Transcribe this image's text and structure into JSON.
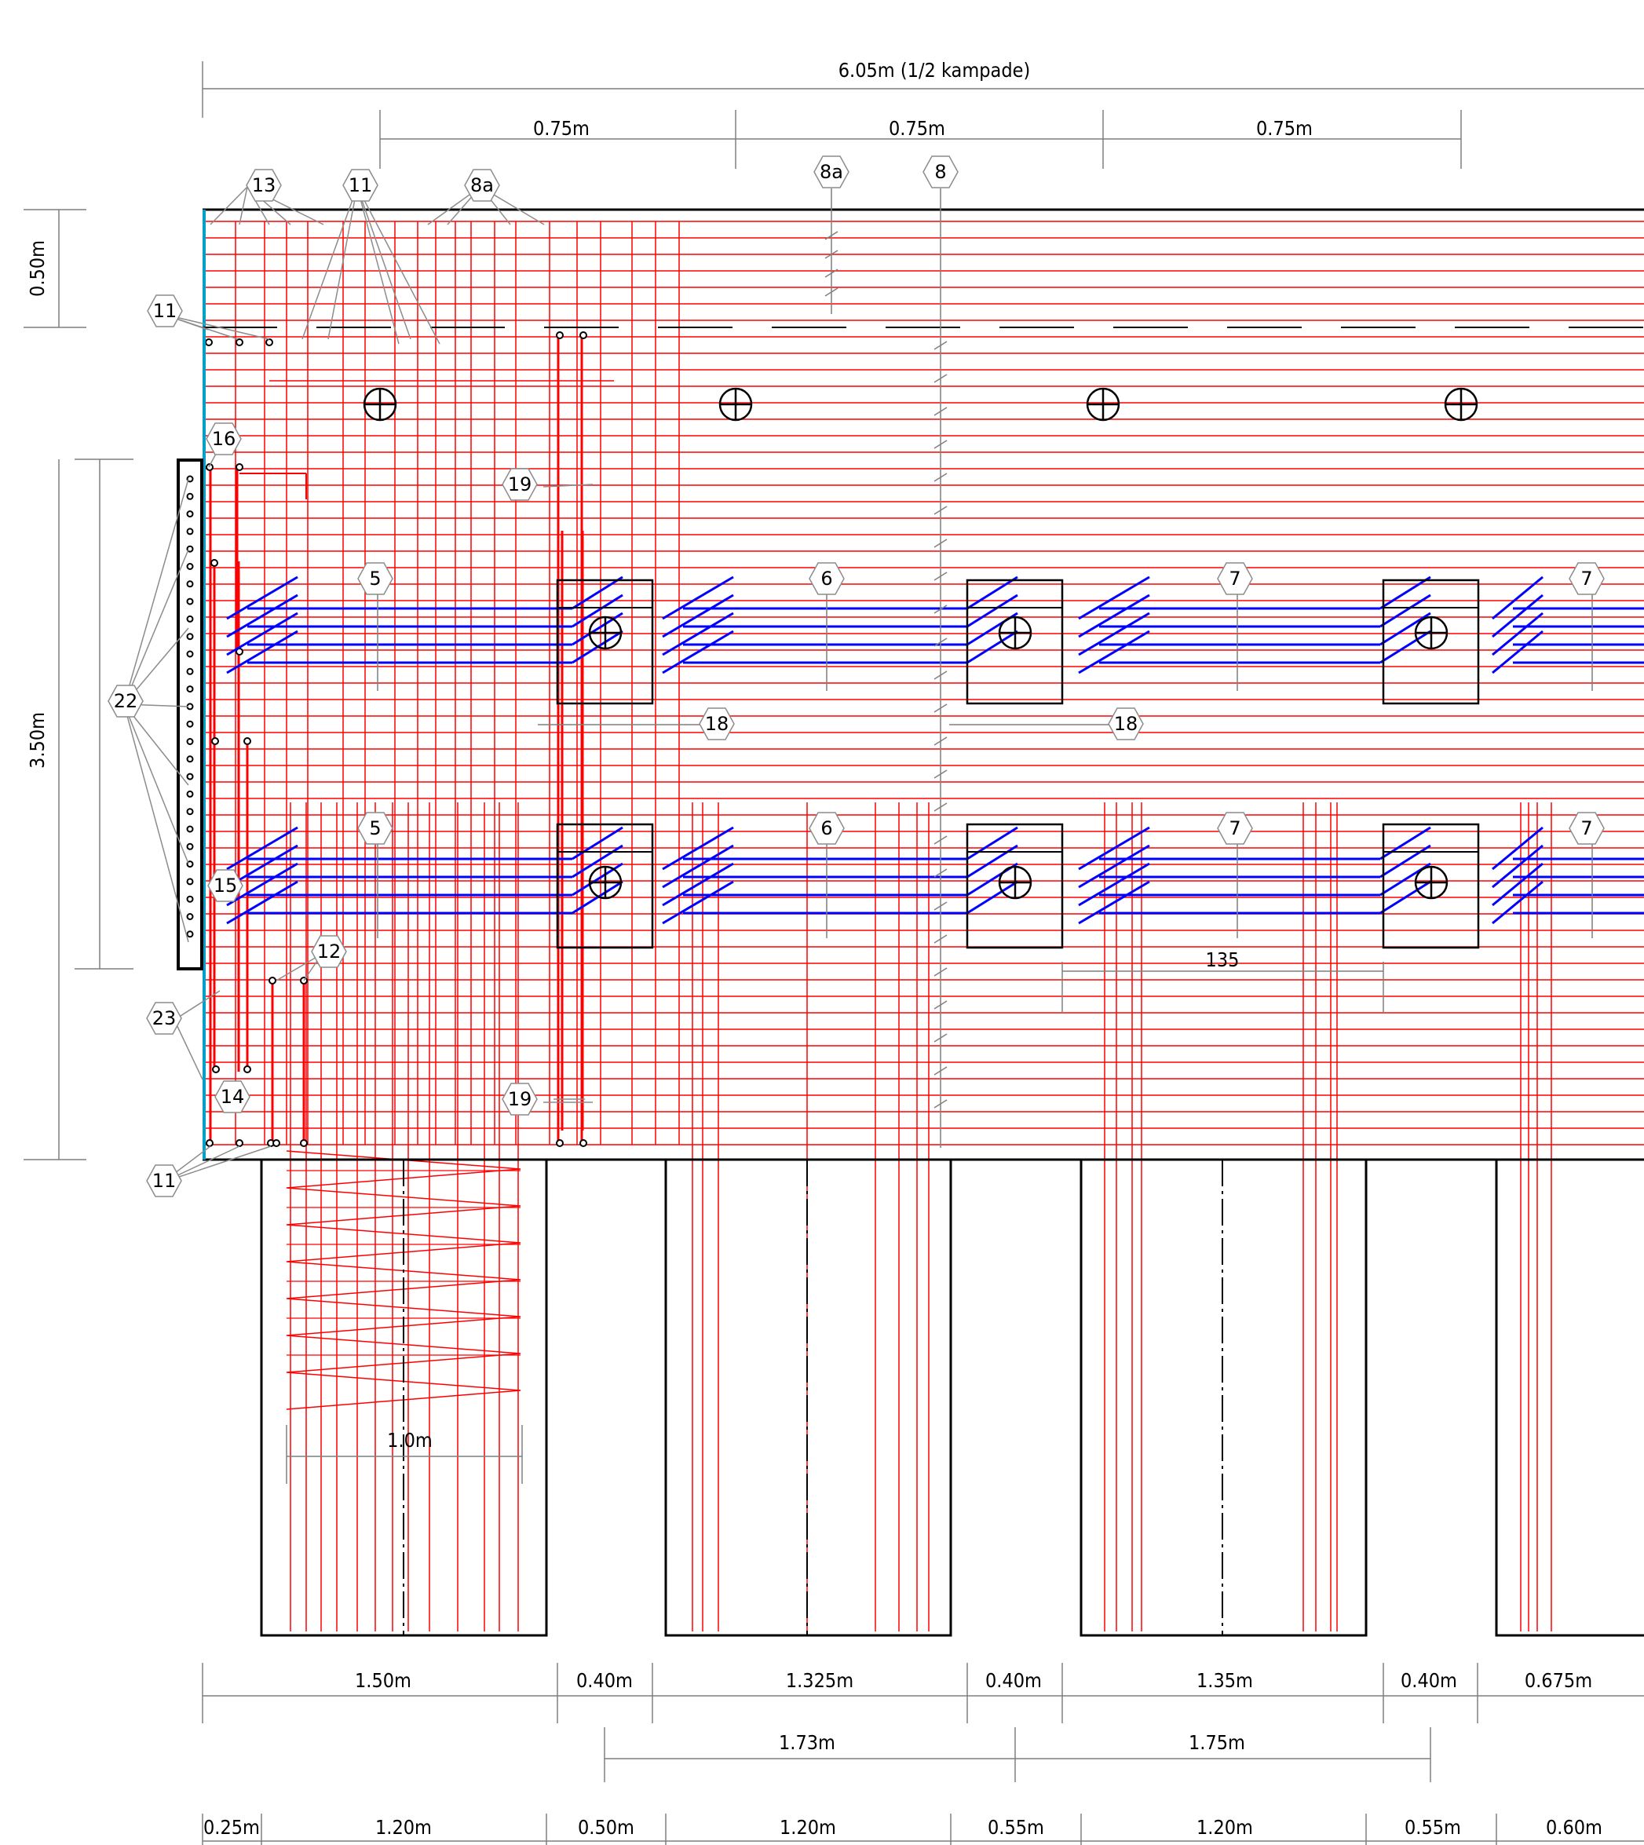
{
  "colors": {
    "rebar_red": "#ff0000",
    "rebar_blue": "#0000ff",
    "outline_black": "#000000",
    "dimension_gray": "#7f7f7f",
    "edge_cyan": "#00a0c8",
    "background": "#ffffff"
  },
  "dimensions": {
    "overall": "6.05m (1/2 kampade)",
    "top": [
      "0.75m",
      "0.75m",
      "0.75m"
    ],
    "left_top": "0.50m",
    "left_main": "3.50m",
    "pile_spacing": "1.0m",
    "inner_135": "135",
    "bottom_row1": [
      "1.50m",
      "0.40m",
      "1.325m",
      "0.40m",
      "1.35m",
      "0.40m",
      "0.675m"
    ],
    "bottom_row2": [
      "1.73m",
      "1.75m"
    ],
    "bottom_row3": [
      "0.25m",
      "1.20m",
      "0.50m",
      "1.20m",
      "0.55m",
      "1.20m",
      "0.55m",
      "0.60m"
    ]
  },
  "tags": {
    "t13": "13",
    "t11_top": "11",
    "t8a_top": "8a",
    "t8a": "8a",
    "t8": "8",
    "t11_left": "11",
    "t16": "16",
    "t19_top": "19",
    "t5_upper": "5",
    "t6_upper": "6",
    "t7_upper_a": "7",
    "t7_upper_b": "7",
    "t22": "22",
    "t18_a": "18",
    "t18_b": "18",
    "t5_lower": "5",
    "t6_lower": "6",
    "t7_lower_a": "7",
    "t7_lower_b": "7",
    "t15": "15",
    "t12": "12",
    "t23": "23",
    "t14": "14",
    "t19_bottom": "19",
    "t11_bottom": "11"
  }
}
